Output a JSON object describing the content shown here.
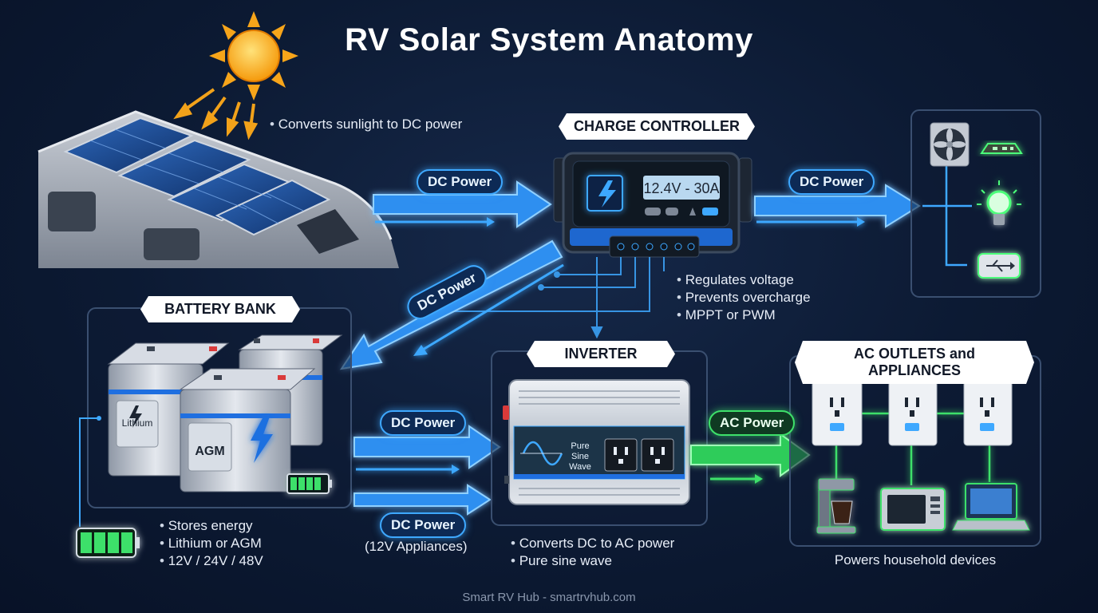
{
  "title": "RV Solar System Anatomy",
  "solar": {
    "bullets": [
      "Converts sunlight to DC power"
    ]
  },
  "charge_controller": {
    "label": "CHARGE CONTROLLER",
    "display": "12.4V - 30A",
    "bullets": [
      "Regulates voltage",
      "Prevents overcharge",
      "MPPT or PWM"
    ]
  },
  "battery_bank": {
    "label": "BATTERY BANK",
    "battery1": "Lithium",
    "battery2": "AGM",
    "bullets": [
      "Stores energy",
      "Lithium or AGM",
      "12V / 24V / 48V"
    ]
  },
  "inverter": {
    "label": "INVERTER",
    "badge": "Pure Sine Wave",
    "bullets": [
      "Converts DC to AC power",
      "Pure sine wave"
    ]
  },
  "ac_outlets": {
    "label": "AC OUTLETS and APPLIANCES",
    "caption": "Powers household devices"
  },
  "flows": {
    "solar_to_controller": "DC Power",
    "controller_to_loads": "DC Power",
    "controller_to_battery": "DC Power",
    "battery_to_inverter": "DC Power",
    "battery_to_appliances": "DC Power",
    "appliances_caption": "(12V Appliances)",
    "inverter_to_ac": "AC Power"
  },
  "footer": "Smart RV Hub - smartrvhub.com",
  "colors": {
    "dc_blue": "#3ea8ff",
    "ac_green": "#3ee06a",
    "background": "#0c1a33"
  },
  "icons": [
    "sun-icon",
    "solar-panel-icon",
    "fan-icon",
    "led-strip-icon",
    "bulb-icon",
    "usb-icon",
    "outlet-icon",
    "coffee-maker-icon",
    "microwave-icon",
    "laptop-icon",
    "battery-level-icon",
    "lightning-icon"
  ]
}
